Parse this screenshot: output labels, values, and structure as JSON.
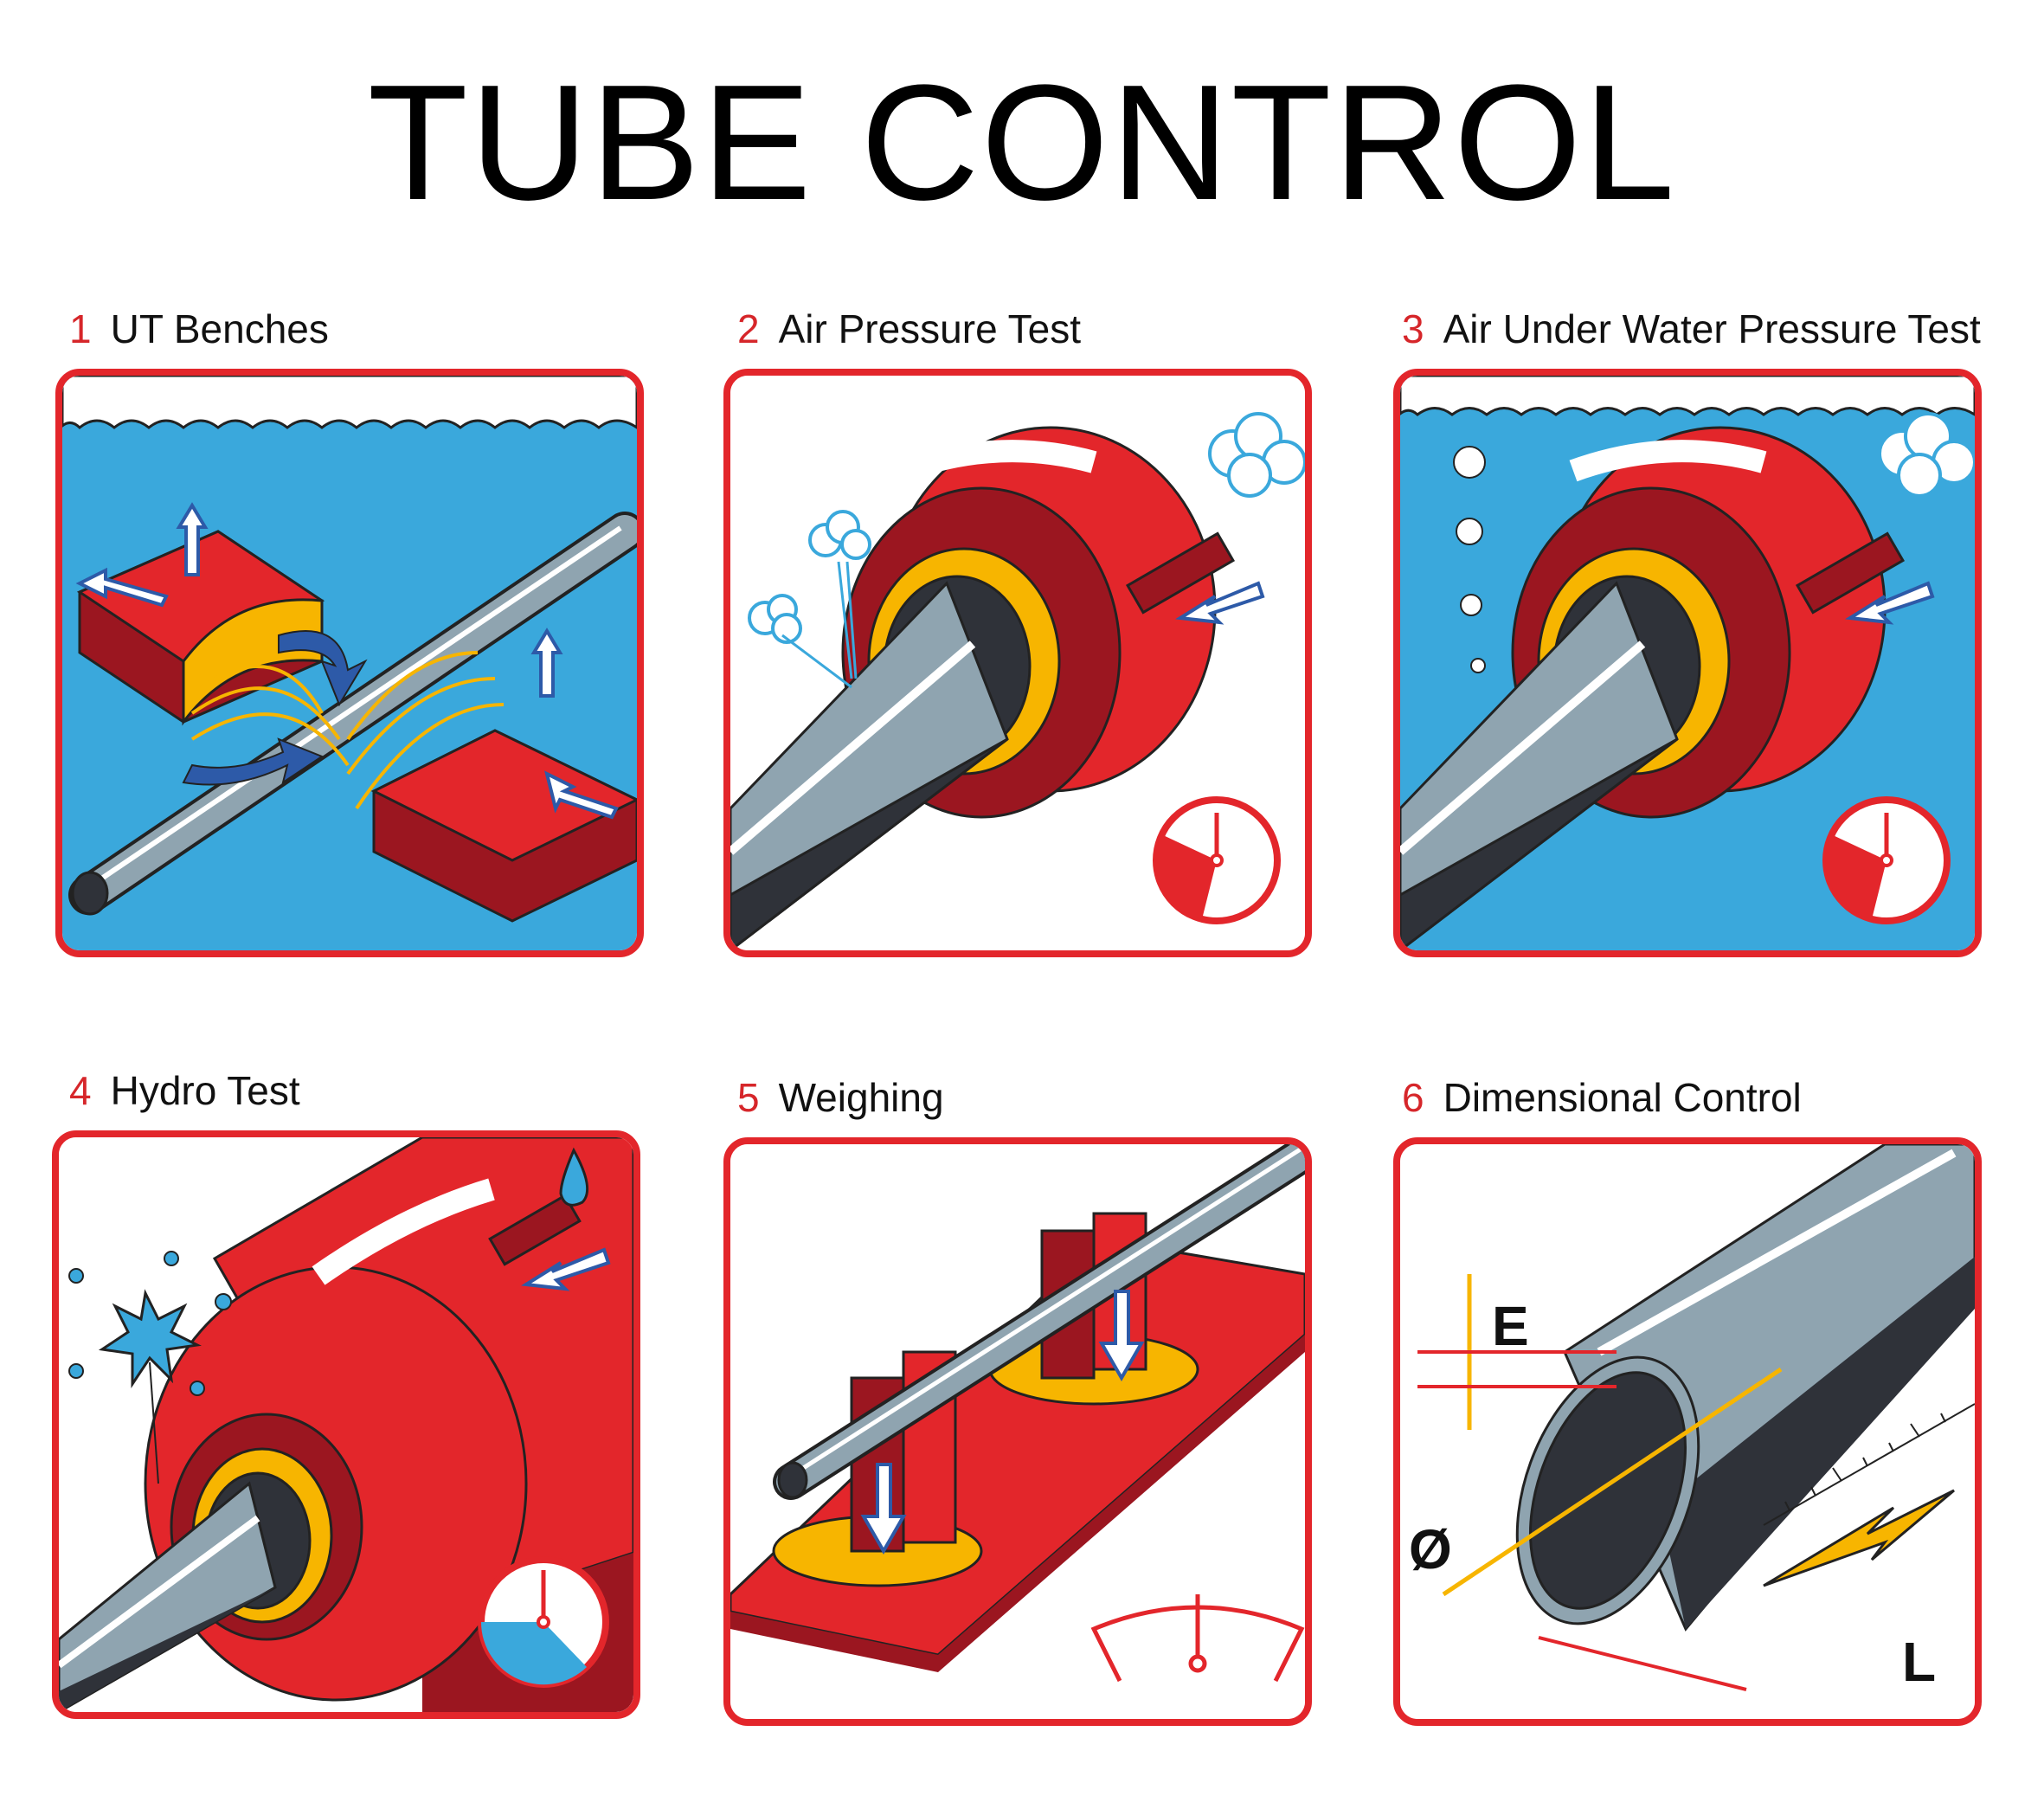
{
  "title": "TUBE CONTROL",
  "panels": [
    {
      "number": "1",
      "label": "UT Benches"
    },
    {
      "number": "2",
      "label": "Air Pressure Test"
    },
    {
      "number": "3",
      "label": "Air Under Water Pressure Test"
    },
    {
      "number": "4",
      "label": "Hydro Test"
    },
    {
      "number": "5",
      "label": "Weighing"
    },
    {
      "number": "6",
      "label": "Dimensional Control"
    }
  ],
  "dimension_labels": {
    "thickness": "E",
    "diameter": "Ø",
    "length": "L"
  },
  "colors": {
    "frame": "#e3262b",
    "water": "#3aa8dc",
    "red": "#e3262b",
    "dark_red": "#9b1620",
    "yellow": "#f7b500",
    "steel": "#8fa4b0",
    "dark_steel": "#2f3239"
  }
}
